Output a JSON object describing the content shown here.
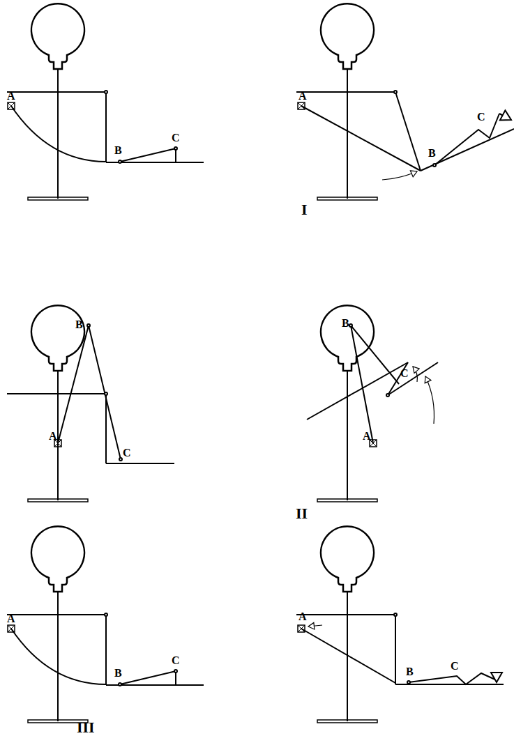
{
  "diagram": {
    "labels": [
      "A",
      "B",
      "C",
      "A",
      "B",
      "C",
      "I",
      "B",
      "C",
      "A",
      "B",
      "C",
      "A",
      "II",
      "A",
      "B",
      "C",
      "A",
      "B",
      "C",
      "III"
    ]
  }
}
